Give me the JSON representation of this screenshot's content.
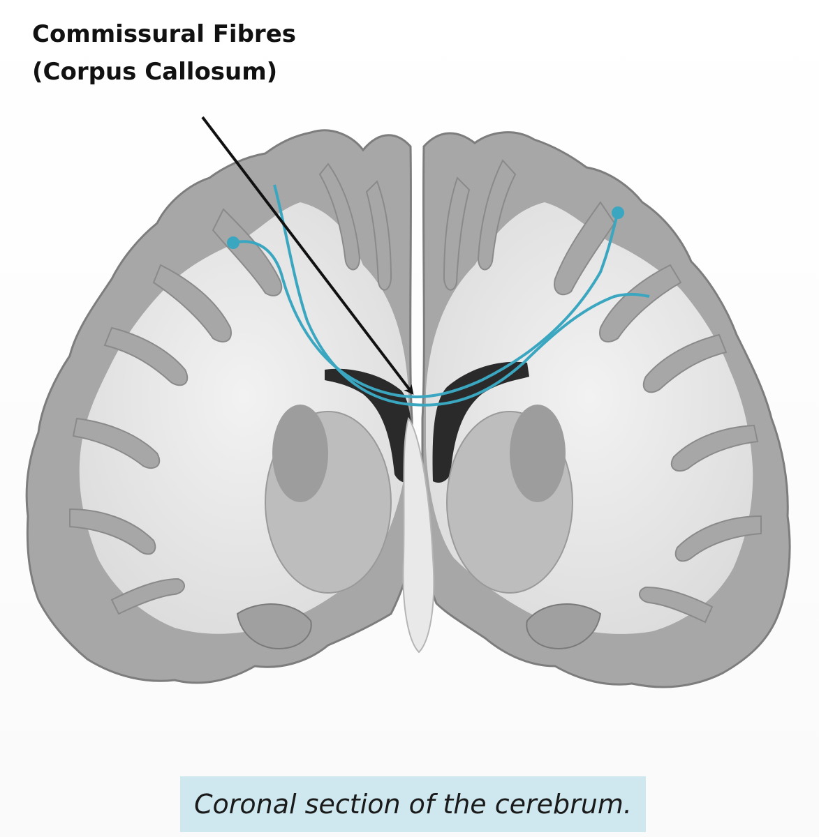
{
  "label": {
    "line1": "Commissural Fibres",
    "line2": "(Corpus Callosum)"
  },
  "caption": "Coronal section of the cerebrum.",
  "colors": {
    "fibre": "#3aa6c0",
    "pointer": "#111111",
    "caption_bg": "#cfe8ef",
    "grey_matter": "#a9a9a9",
    "white_matter": "#e6e6e6",
    "ventricle": "#2a2a2a"
  }
}
